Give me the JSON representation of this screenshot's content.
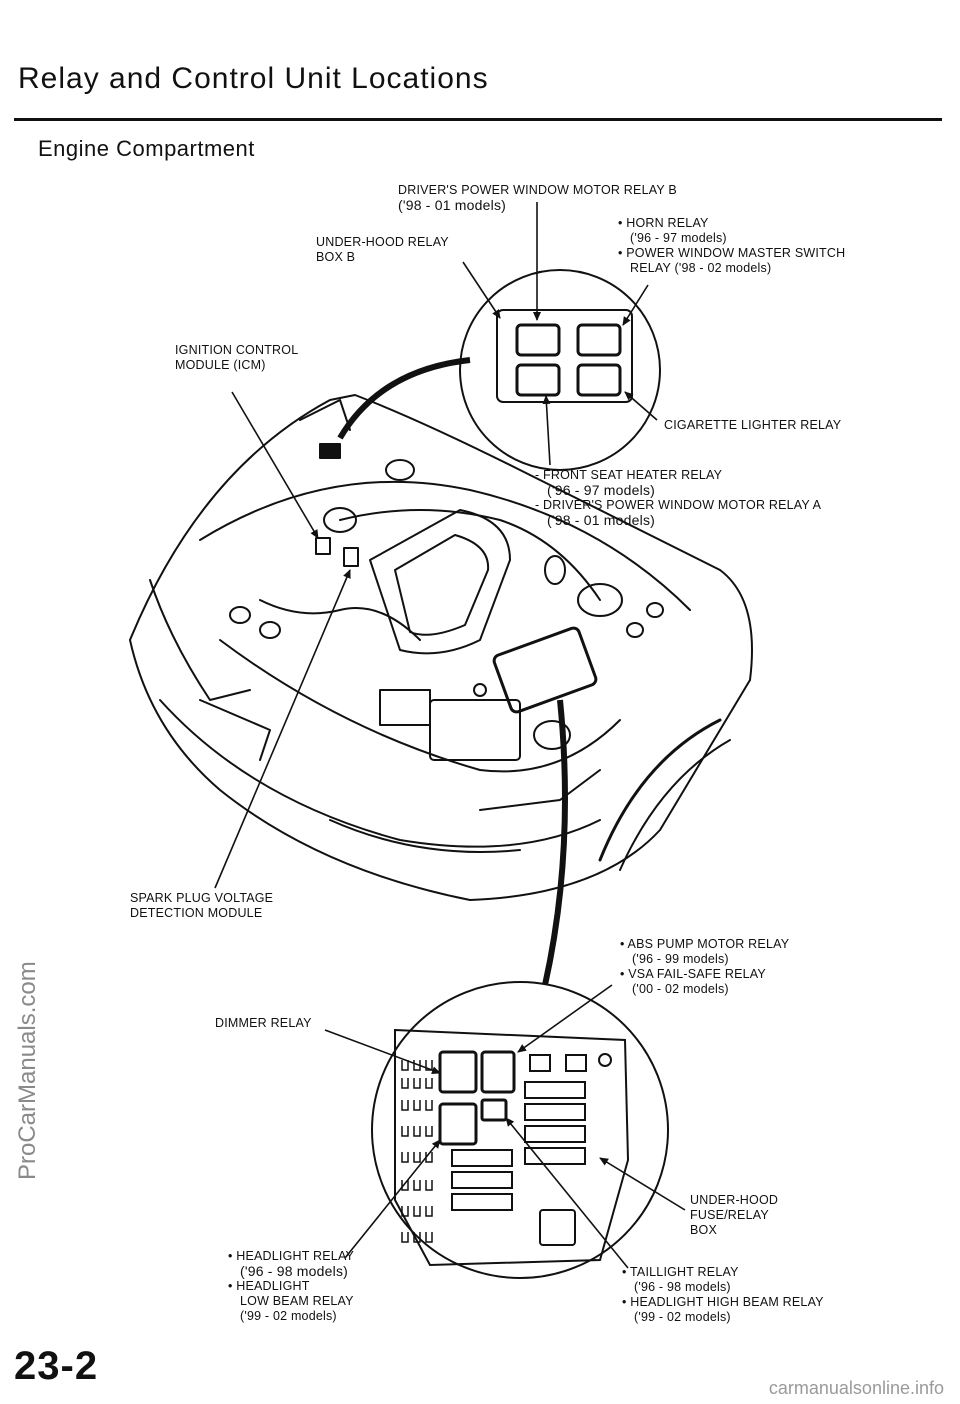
{
  "page": {
    "title": "Relay and Control Unit Locations",
    "section": "Engine Compartment",
    "page_number": "23-2",
    "watermark_side": "ProCarManuals.com",
    "watermark_bottom": "carmanualsonline.info"
  },
  "labels": {
    "drivers_window_relay_b": [
      "DRIVER'S POWER WINDOW MOTOR RELAY B",
      "('98 - 01 models)"
    ],
    "underhood_relay_box_b": [
      "UNDER-HOOD  RELAY",
      "BOX B"
    ],
    "horn_relay": [
      "• HORN RELAY",
      "('96 - 97  models)",
      "•  POWER WINDOW MASTER SWITCH",
      "RELAY ('98 - 02 models)"
    ],
    "icm": [
      "IGNITION CONTROL",
      "MODULE  (ICM)"
    ],
    "cigarette_lighter": [
      "CIGARETTE LIGHTER RELAY"
    ],
    "front_seat_heater": [
      "- FRONT SEAT HEATER RELAY",
      "('96 - 97 models)",
      "- DRIVER'S POWER WINDOW MOTOR RELAY A",
      "('98 - 01 models)"
    ],
    "spark_plug_module": [
      "SPARK PLUG VOLTAGE",
      "DETECTION  MODULE"
    ],
    "abs_pump": [
      "• ABS PUMP MOTOR RELAY",
      "('96 - 99 models)",
      "• VSA FAIL-SAFE RELAY",
      "('00 - 02 models)"
    ],
    "dimmer_relay": [
      "DIMMER  RELAY"
    ],
    "underhood_fuse_box": [
      "UNDER-HOOD",
      "FUSE/RELAY",
      "BOX"
    ],
    "headlight_relay": [
      "• HEADLIGHT RELAY",
      "('96 - 98 models)",
      "•  HEADLIGHT",
      "LOW BEAM RELAY",
      "('99 - 02 models)"
    ],
    "taillight_relay": [
      "• TAILLIGHT RELAY",
      "('96 - 98 models)",
      "• HEADLIGHT HIGH BEAM RELAY",
      "('99 - 02 models)"
    ]
  }
}
